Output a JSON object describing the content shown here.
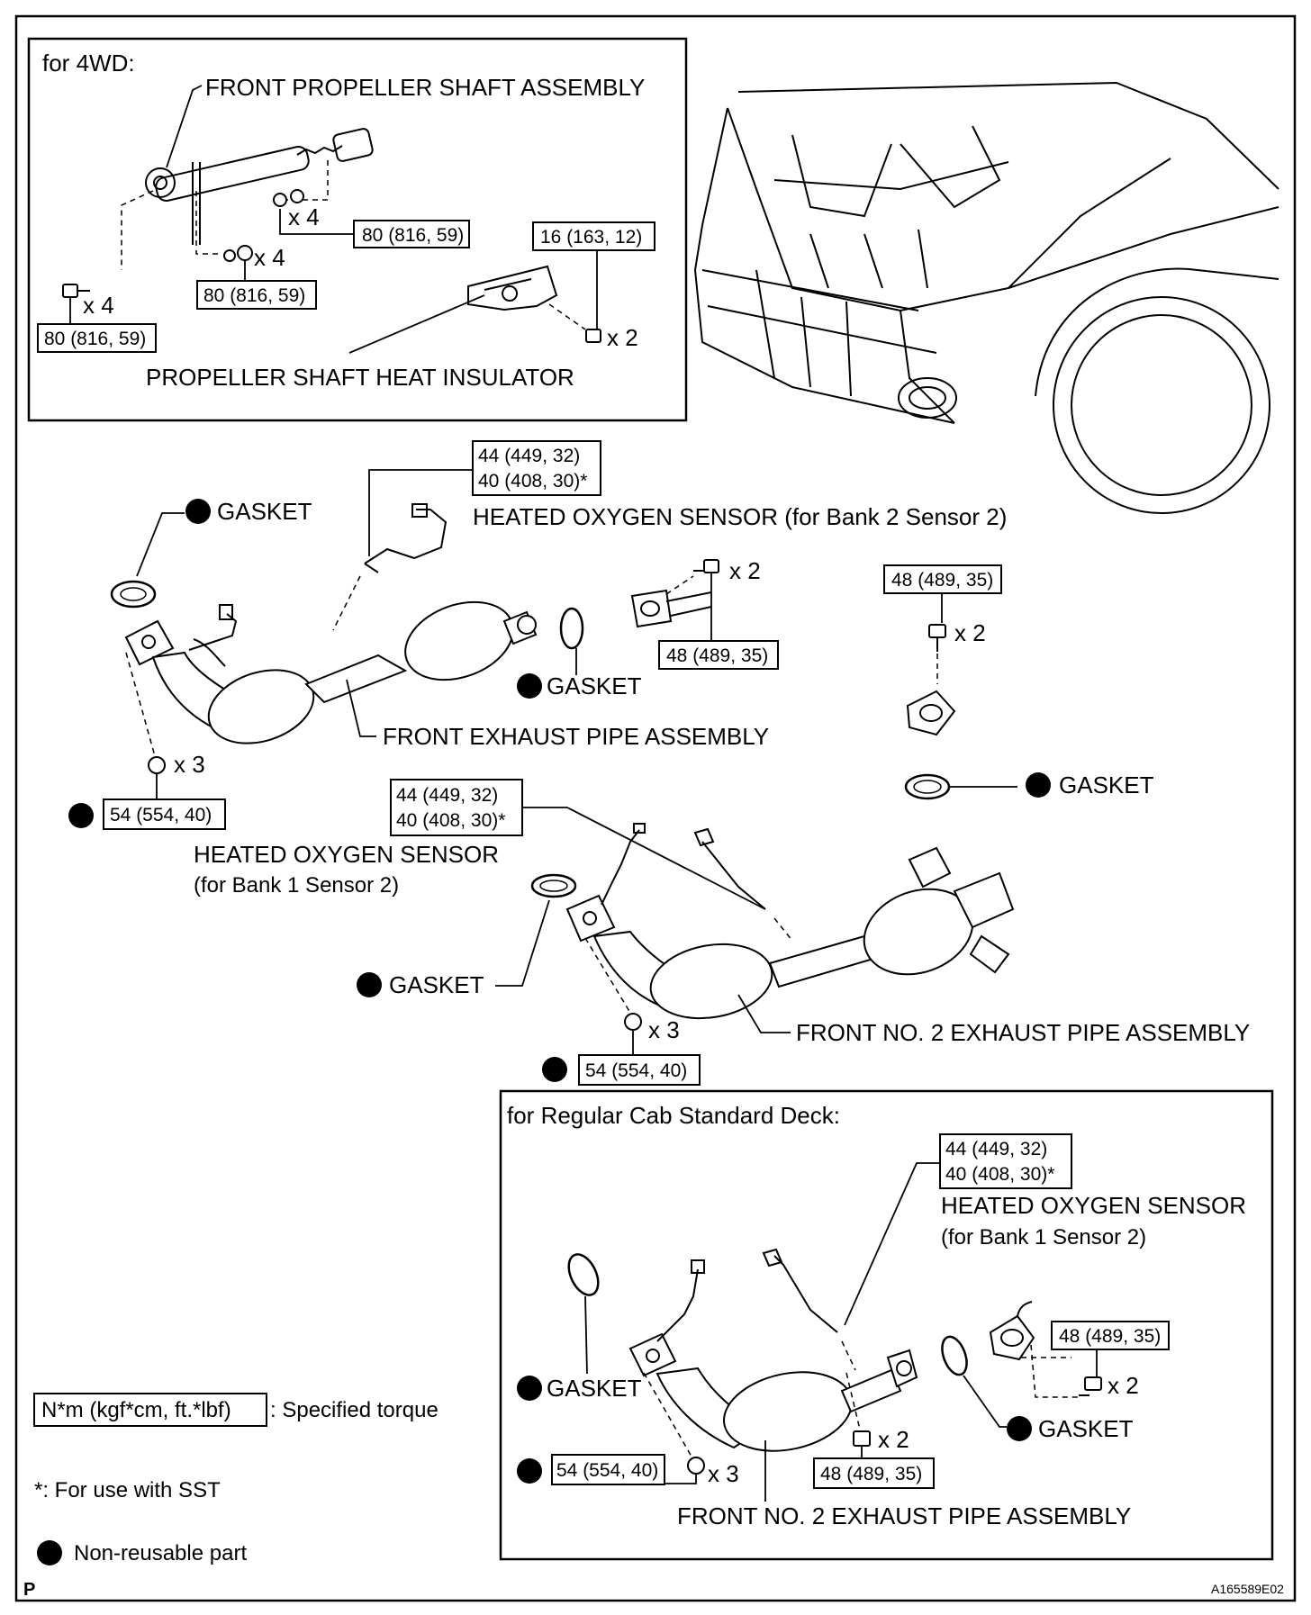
{
  "four_wd": {
    "heading": "for 4WD:",
    "shaft_label": "FRONT PROPELLER SHAFT ASSEMBLY",
    "insulator_label": "PROPELLER SHAFT HEAT INSULATOR",
    "torque_a": "80 (816, 59)",
    "torque_b": "80 (816, 59)",
    "torque_c": "80 (816, 59)",
    "torque_d": "16 (163, 12)",
    "qty_a": "x 4",
    "qty_b": "x 4",
    "qty_c": "x 4",
    "qty_d": "x 2"
  },
  "main": {
    "sensor_top_torque1": "44 (449, 32)",
    "sensor_top_torque2": "40 (408, 30)*",
    "sensor_top_label": "HEATED OXYGEN SENSOR (for Bank 2 Sensor 2)",
    "gasket1": "GASKET",
    "gasket2": "GASKET",
    "gasket3": "GASKET",
    "gasket4": "GASKET",
    "front_pipe_label": "FRONT EXHAUST PIPE ASSEMBLY",
    "flange_torque": "48 (489, 35)",
    "flange_qty": "x 2",
    "right_torque": "48 (489, 35)",
    "right_qty": "x 2",
    "nut_torque": "54 (554, 40)",
    "nut_qty": "x 3",
    "sensor_b1_torque1": "44 (449, 32)",
    "sensor_b1_torque2": "40 (408, 30)*",
    "sensor_b1_label1": "HEATED OXYGEN SENSOR",
    "sensor_b1_label2": "(for Bank 1 Sensor 2)",
    "no2_pipe_label": "FRONT NO. 2 EXHAUST PIPE ASSEMBLY",
    "no2_nut_qty": "x 3",
    "no2_nut_torque": "54 (554, 40)"
  },
  "regular_cab": {
    "heading": "for Regular Cab Standard Deck:",
    "sensor_torque1": "44 (449, 32)",
    "sensor_torque2": "40 (408, 30)*",
    "sensor_label1": "HEATED OXYGEN SENSOR",
    "sensor_label2": "(for Bank 1 Sensor 2)",
    "flange_torque": "48 (489, 35)",
    "flange_qty": "x 2",
    "gasket_left": "GASKET",
    "gasket_right": "GASKET",
    "bolt_qty": "x 2",
    "bolt_torque": "48 (489, 35)",
    "nut_qty": "x 3",
    "nut_torque": "54 (554, 40)",
    "pipe_label": "FRONT NO. 2 EXHAUST PIPE ASSEMBLY"
  },
  "legend": {
    "unit_box": "N*m (kgf*cm, ft.*lbf)",
    "unit_text": ": Specified torque",
    "sst_note": "*: For use with SST",
    "nonreusable": "Non-reusable part"
  },
  "footer": {
    "left_mark": "P",
    "figure_id": "A165589E02"
  }
}
